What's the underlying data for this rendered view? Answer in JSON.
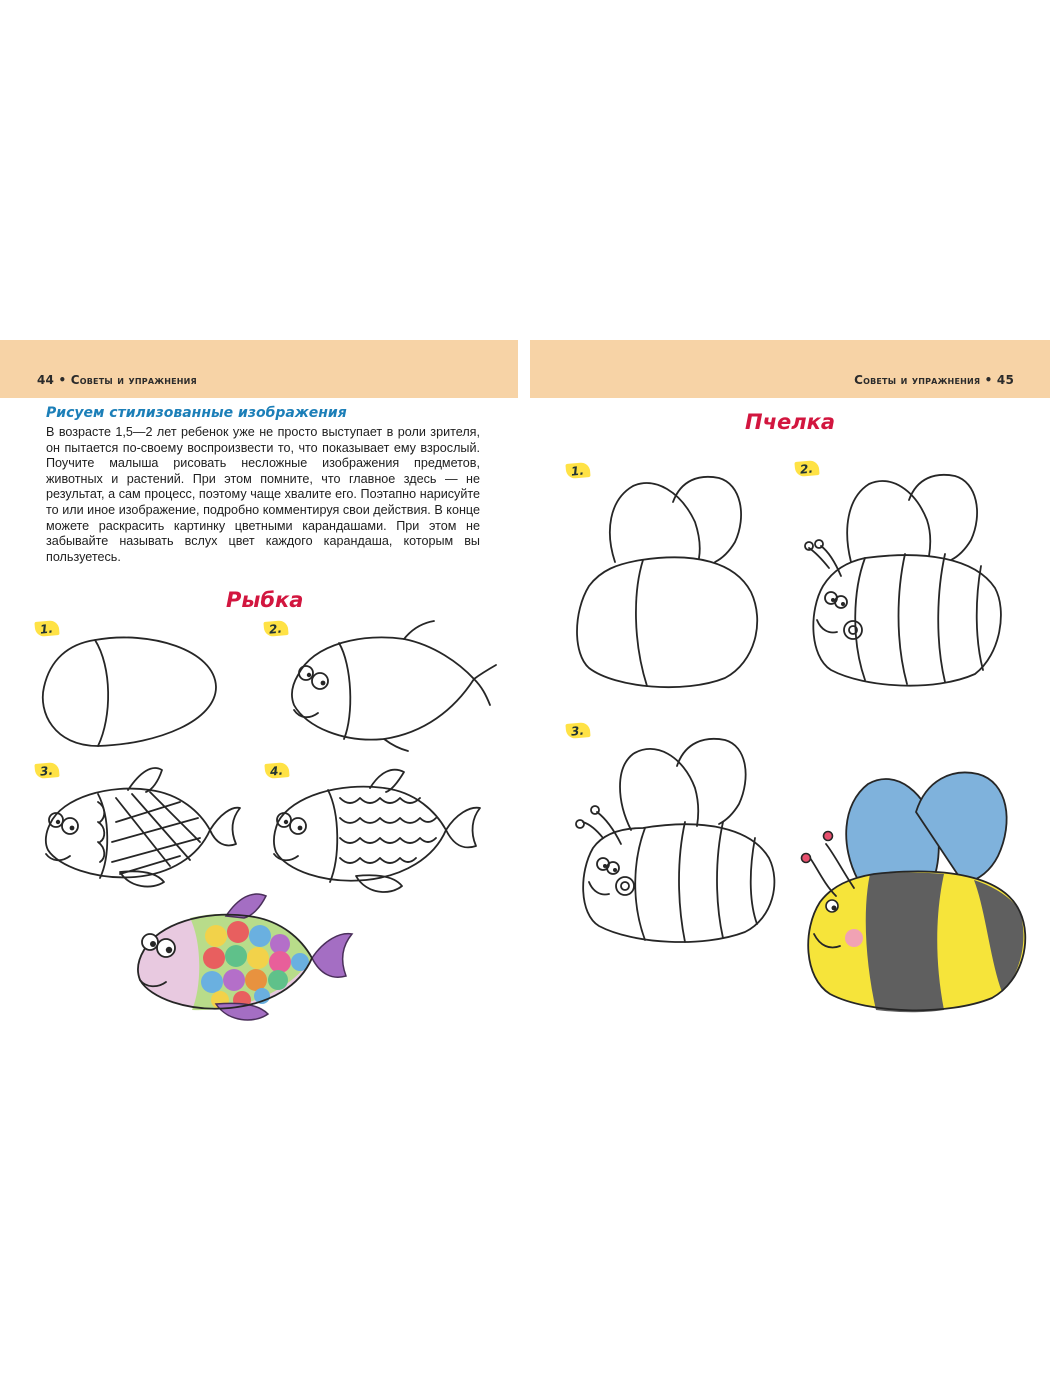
{
  "header": {
    "left_runhead": "44 • Советы и упражнения",
    "right_runhead": "Советы и упражнения • 45"
  },
  "article": {
    "subheading": "Рисуем стилизованные изображения",
    "body": "В возрасте 1,5—2 лет ребенок уже не просто выступает в роли зрителя, он пытается по-своему воспроизвести то, что показывает ему взрослый. Поучите малыша рисовать несложные изображения предметов, животных и растений. При этом помните, что главное здесь — не результат, а сам процесс, поэтому чаще хвалите его. Поэтапно нарисуйте то или иное изображение, подробно комментируя свои действия. В конце можете раскрасить картинку цветными карандашами. При этом не забывайте называть вслух цвет каждого карандаша, которым вы пользуетесь."
  },
  "fish": {
    "title": "Рыбка",
    "steps": [
      "1.",
      "2.",
      "3.",
      "4."
    ]
  },
  "bee": {
    "title": "Пчелка",
    "steps": [
      "1.",
      "2.",
      "3."
    ]
  },
  "colors": {
    "header_band": "#f7d3a6",
    "title_red": "#d2163f",
    "subheading_blue": "#1c7fb8",
    "step_badge": "#ffe245",
    "bee_yellow": "#f6e43a",
    "bee_stripe": "#5f5f5f",
    "bee_wing": "#7fb2dc",
    "bee_cheek": "#f1a2b4"
  }
}
